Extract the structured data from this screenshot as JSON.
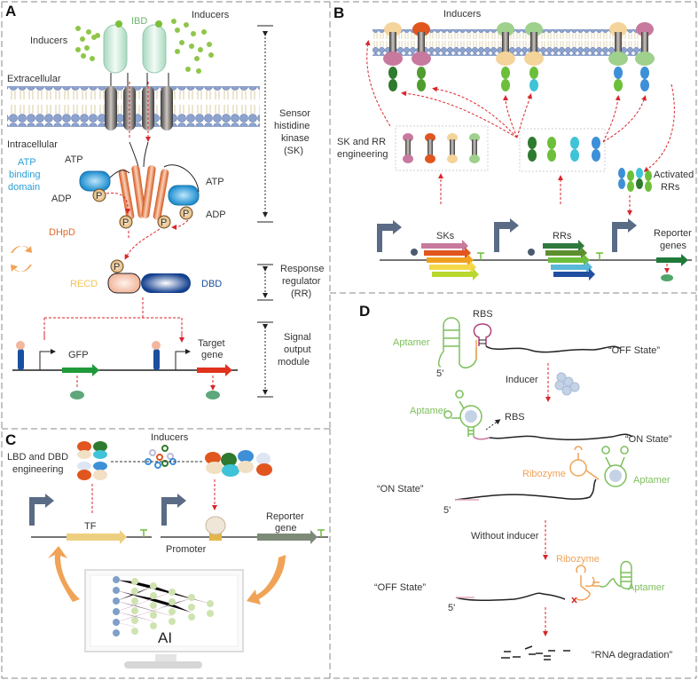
{
  "panels": {
    "A": {
      "letter": "A",
      "ibd": "IBD",
      "inducers_left": "Inducers",
      "inducers_right": "Inducers",
      "extracellular": "Extracellular",
      "intracellular": "Intracellular",
      "atp_binding": [
        "ATP",
        "binding",
        "domain"
      ],
      "atp": "ATP",
      "adp": "ADP",
      "p": "P",
      "dhpd": "DHpD",
      "recd": "RECD",
      "dbd": "DBD",
      "gfp": "GFP",
      "target_gene": [
        "Target",
        "gene"
      ],
      "sk_label": [
        "Sensor",
        "histidine",
        "kinase",
        "(SK)"
      ],
      "rr_label": [
        "Response",
        "regulator",
        "(RR)"
      ],
      "output_label": [
        "Signal",
        "output",
        "module"
      ]
    },
    "B": {
      "letter": "B",
      "inducers": "Inducers",
      "engineering": [
        "SK and RR",
        "engineering"
      ],
      "activated": [
        "Activated",
        "RRs"
      ],
      "sks": "SKs",
      "rrs": "RRs",
      "reporter": [
        "Reporter",
        "genes"
      ]
    },
    "C": {
      "letter": "C",
      "inducers": "Inducers",
      "engineering": [
        "LBD and DBD",
        "engineering"
      ],
      "tf": "TF",
      "promoter": "Promoter",
      "reporter": [
        "Reporter",
        "gene"
      ],
      "ai": "AI"
    },
    "D": {
      "letter": "D",
      "rbs": "RBS",
      "aptamer": "Aptamer",
      "ribozyme": "Ribozyme",
      "five_prime": "5'",
      "off_state": "“OFF State”",
      "on_state": "“ON State”",
      "inducer": "Inducer",
      "without_inducer": "Without inducer",
      "rna_degradation": "“RNA degradation”"
    }
  },
  "colors": {
    "arrow_red": "#d9262b",
    "aptamer_green": "#7dbf5c",
    "ribozyme_orange": "#f0a356",
    "atp_blue": "#2a9fd6",
    "dhpd_orange": "#e06a2b",
    "recd_yellow": "#f3c35a",
    "dbd_blue": "#1a4fa0",
    "border_gray": "#888888"
  }
}
